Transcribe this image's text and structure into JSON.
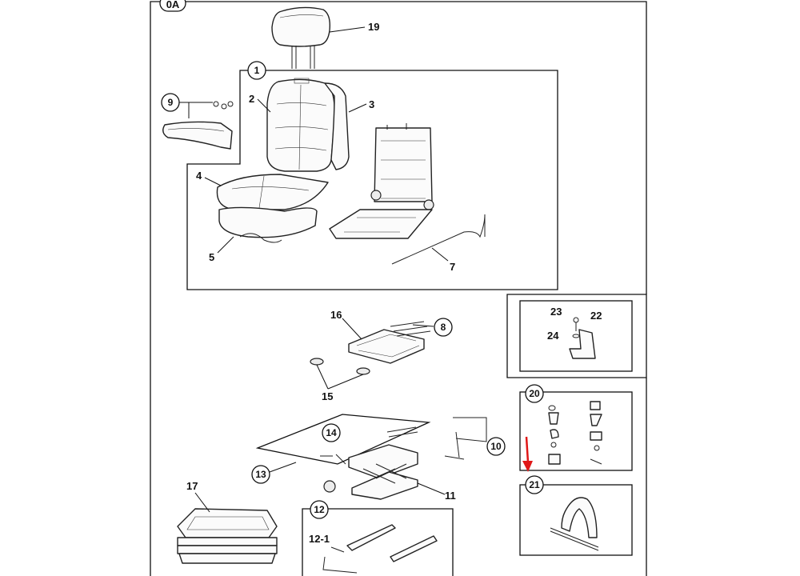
{
  "diagram_title": "0A",
  "callouts": {
    "c1": "1",
    "c2": "2",
    "c3": "3",
    "c4": "4",
    "c5": "5",
    "c6_unused": "",
    "c7": "7",
    "c8": "8",
    "c9": "9",
    "c10": "10",
    "c11": "11",
    "c12": "12",
    "c12_1": "12-1",
    "c13": "13",
    "c14": "14",
    "c15": "15",
    "c16": "16",
    "c17": "17",
    "c19": "19",
    "c20": "20",
    "c21": "21",
    "c22": "22",
    "c23": "23",
    "c24": "24"
  },
  "highlight_arrow_color": "#e01818"
}
